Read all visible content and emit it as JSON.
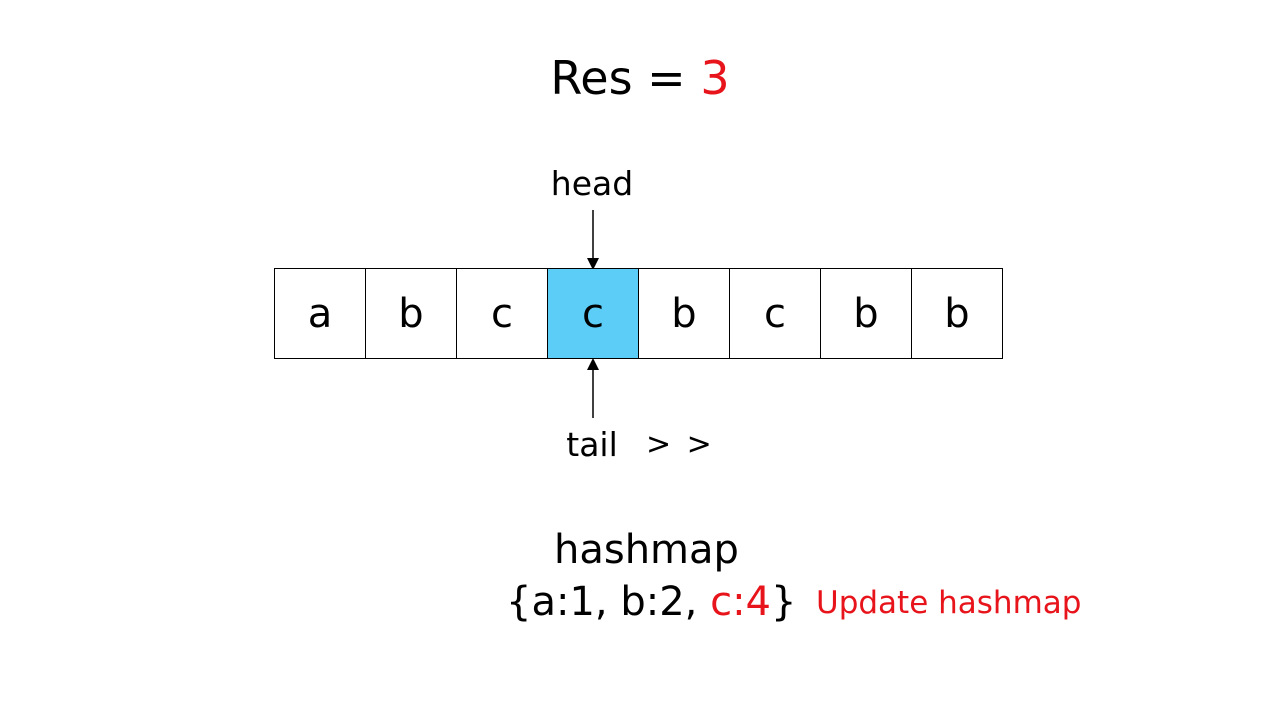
{
  "result": {
    "label": "Res = ",
    "value": "3",
    "value_color": "#e8141b"
  },
  "pointers": {
    "head_label": "head",
    "tail_label": "tail",
    "tail_direction": "> >"
  },
  "array": {
    "cells": [
      "a",
      "b",
      "c",
      "c",
      "b",
      "c",
      "b",
      "b"
    ],
    "highlight_index": 3,
    "highlight_color": "#5bcdf7"
  },
  "hashmap": {
    "title": "hashmap",
    "open_brace": "{",
    "entry_a": "a:1, ",
    "entry_b": "b:2, ",
    "entry_c": "c:4",
    "close_brace": "}",
    "updated_color": "#e8141b"
  },
  "note": {
    "text": "Update hashmap",
    "color": "#e8141b"
  }
}
